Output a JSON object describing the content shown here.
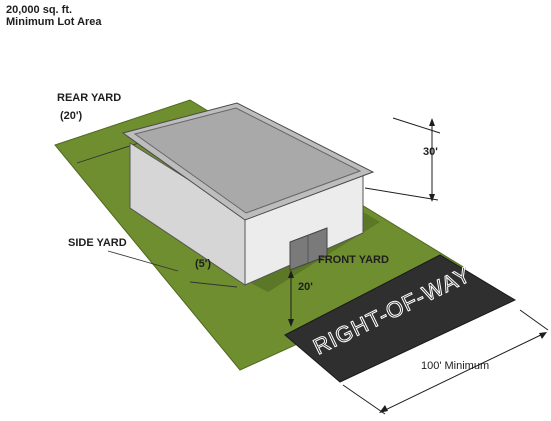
{
  "header": {
    "area": "20,000 sq. ft.",
    "area_caption": "Minimum Lot Area"
  },
  "labels": {
    "rear_yard": "REAR YARD",
    "rear_yard_dim": "(20')",
    "side_yard": "SIDE YARD",
    "side_yard_dim": "(5')",
    "front_yard": "FRONT YARD",
    "front_yard_dim": "20'",
    "height_dim": "30'",
    "right_of_way": "RIGHT-OF-WAY",
    "frontage": "100' Minimum"
  },
  "colors": {
    "lawn": "#6e8e2f",
    "lawn_dark": "#587526",
    "road": "#2f2f2f",
    "roof": "#a9a9a9",
    "wall_front": "#ececec",
    "wall_side": "#d6d6d6"
  }
}
